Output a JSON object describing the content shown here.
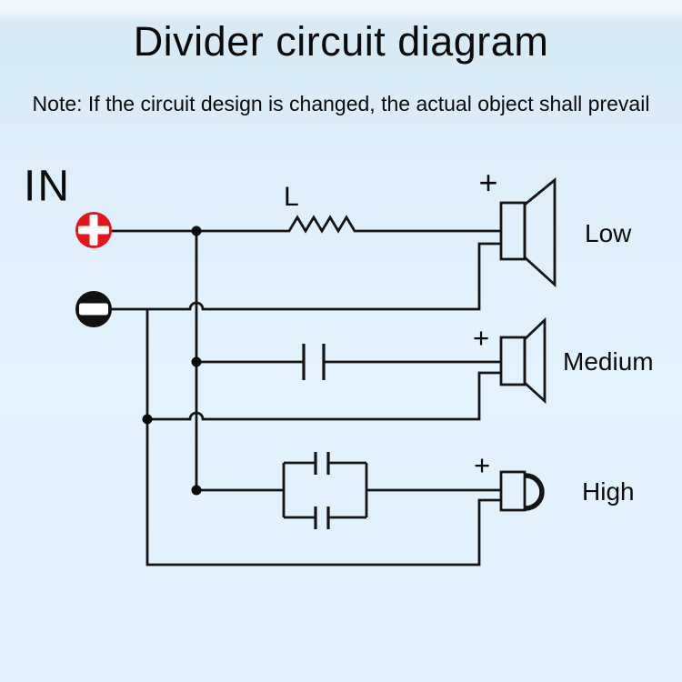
{
  "header": {
    "title": "Divider circuit diagram",
    "note": "Note: If the circuit design is changed, the actual object shall prevail"
  },
  "input": {
    "label": "IN",
    "positive_icon": "plus-circle-icon",
    "negative_icon": "minus-circle-icon"
  },
  "components": {
    "inductor_label": "L",
    "low_pass": "series inductor",
    "mid_pass": "series capacitor",
    "high_pass": "two parallel capacitors"
  },
  "speakers": [
    {
      "name": "Low",
      "polarity": "+"
    },
    {
      "name": "Medium",
      "polarity": "+"
    },
    {
      "name": "High",
      "polarity": "+"
    }
  ],
  "colors": {
    "background": "#e0f0fb",
    "header_band": "#d8eaf6",
    "wire": "#141414",
    "positive_terminal": "#e8121c",
    "negative_terminal": "#111111",
    "terminal_glyph": "#ffffff",
    "text": "#0a0a0a"
  }
}
